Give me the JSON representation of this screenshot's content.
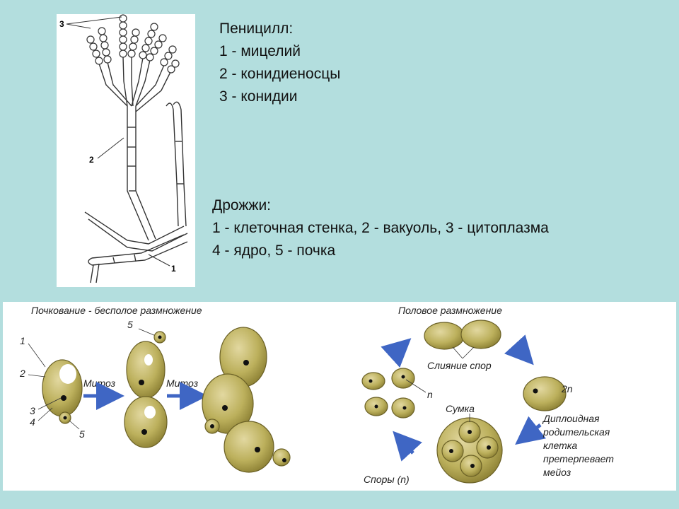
{
  "penicillium": {
    "title": "Пеницилл:",
    "lines": [
      "1 - мицелий",
      "2 - конидиеносцы",
      "3 -  конидии"
    ],
    "markers": {
      "conidia": "3",
      "conidiophore": "2",
      "mycelium": "1"
    }
  },
  "yeast": {
    "title": "Дрожжи:",
    "lines": [
      "1 - клеточная стенка, 2 - вакуоль, 3 -  цитоплазма",
      "4 - ядро, 5 - почка"
    ]
  },
  "budding": {
    "title": "Почкование - бесполое размножение",
    "mitosis1": "Митоз",
    "mitosis2": "Митоз",
    "n1": "1",
    "n2": "2",
    "n3": "3",
    "n4": "4",
    "n5a": "5",
    "n5b": "5"
  },
  "sexual": {
    "title": "Половое размножение",
    "fusion": "Слияние спор",
    "n": "n",
    "two_n": "2n",
    "ascus": "Сумка",
    "diploid": [
      "Диплоидная",
      "родительская",
      "клетка",
      "претерпевает",
      "мейоз"
    ],
    "spores": "Споры (n)"
  },
  "colors": {
    "background": "#b3dede",
    "cell": "#b8ad58",
    "arrow": "#3f66c4",
    "nucleus": "#111111"
  }
}
